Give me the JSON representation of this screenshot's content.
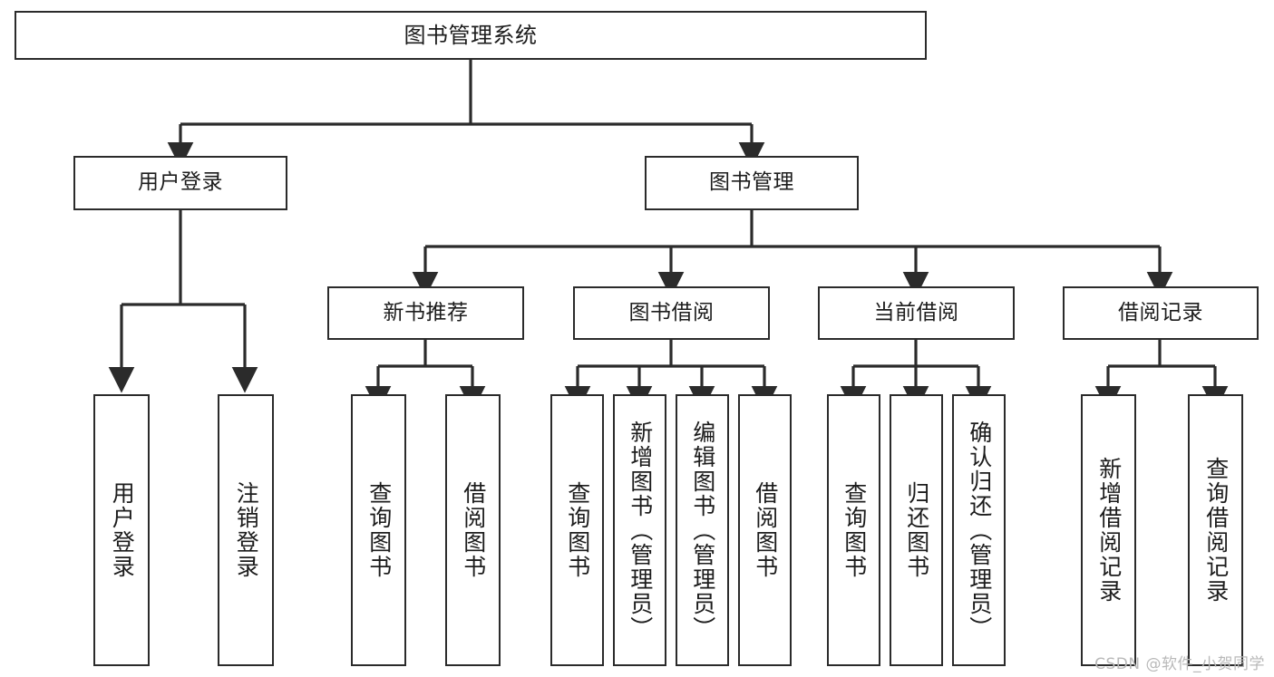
{
  "diagram": {
    "title": "图书管理系统",
    "type": "hierarchy-tree",
    "watermark": "CSDN @软件_小贺同学",
    "colors": {
      "box_border": "#2b2b2b",
      "box_fill": "#ffffff",
      "connector": "#2b2b2b",
      "background": "#ffffff",
      "watermark_text": "#b9b9b9"
    },
    "nodes": {
      "root": {
        "label": "图书管理系统"
      },
      "level2": [
        {
          "label": "用户登录"
        },
        {
          "label": "图书管理"
        }
      ],
      "level3": [
        {
          "label": "新书推荐"
        },
        {
          "label": "图书借阅"
        },
        {
          "label": "当前借阅"
        },
        {
          "label": "借阅记录"
        }
      ],
      "leaves": {
        "user_login": [
          {
            "label": "用户登录"
          },
          {
            "label": "注销登录"
          }
        ],
        "new_book_recommend": [
          {
            "label": "查询图书"
          },
          {
            "label": "借阅图书"
          }
        ],
        "book_borrow": [
          {
            "label": "查询图书"
          },
          {
            "label": "新增图书（管理员）"
          },
          {
            "label": "编辑图书（管理员）"
          },
          {
            "label": "借阅图书"
          }
        ],
        "current_borrow": [
          {
            "label": "查询图书"
          },
          {
            "label": "归还图书"
          },
          {
            "label": "确认归还（管理员）"
          }
        ],
        "borrow_record": [
          {
            "label": "新增借阅记录"
          },
          {
            "label": "查询借阅记录"
          }
        ]
      }
    }
  }
}
